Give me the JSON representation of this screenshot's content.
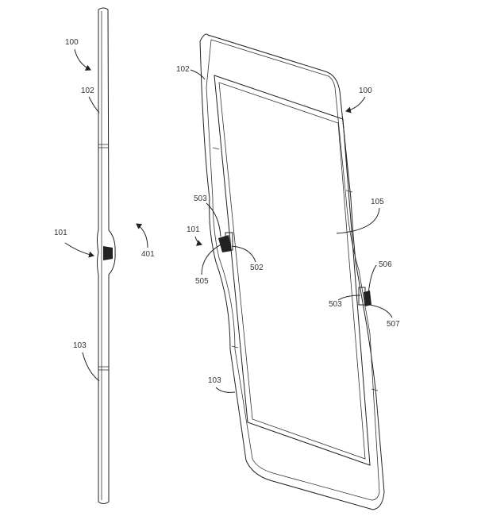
{
  "figure": {
    "side_view": {
      "labels": {
        "device": "100",
        "first_housing": "102",
        "hinge": "101",
        "fold_direction": "401",
        "second_housing": "103"
      }
    },
    "perspective_view": {
      "labels": {
        "first_housing": "102",
        "device": "100",
        "hinge_part_a": "503",
        "hinge": "101",
        "display": "105",
        "hinge_link": "502",
        "hinge_part_b": "505",
        "hinge_part_c": "506",
        "hinge_part_a2": "503",
        "hinge_part_d": "507",
        "second_housing": "103"
      }
    }
  }
}
